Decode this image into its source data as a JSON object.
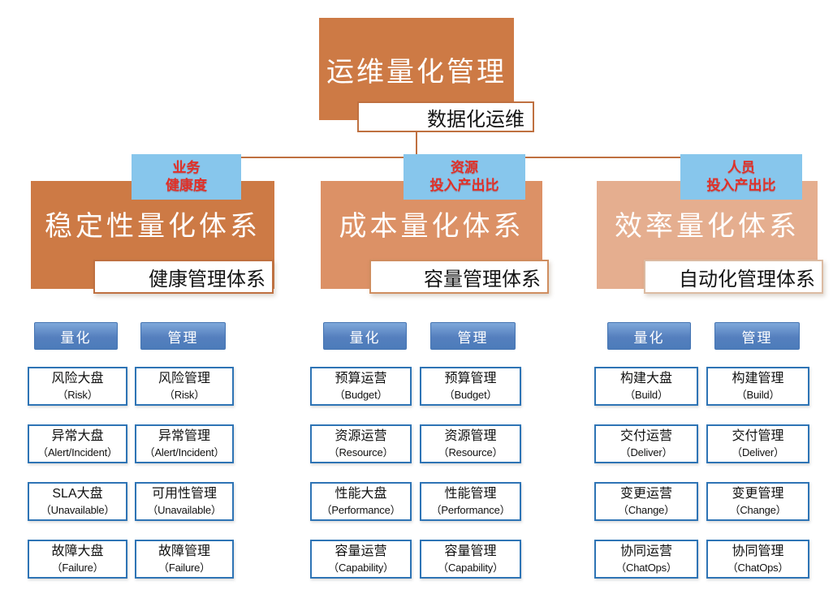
{
  "root": {
    "title": "运维量化管理",
    "subtitle": "数据化运维"
  },
  "columns": [
    {
      "branch_line1": "业务",
      "branch_line2": "健康度",
      "main_title": "稳定性量化体系",
      "sub_title": "健康管理体系",
      "quantify_label": "量化",
      "manage_label": "管理",
      "rows": [
        {
          "left_name": "风险大盘",
          "left_en": "（Risk）",
          "right_name": "风险管理",
          "right_en": "（Risk）"
        },
        {
          "left_name": "异常大盘",
          "left_en": "（Alert/Incident）",
          "right_name": "异常管理",
          "right_en": "（Alert/Incident）"
        },
        {
          "left_name": "SLA大盘",
          "left_en": "（Unavailable）",
          "right_name": "可用性管理",
          "right_en": "（Unavailable）"
        },
        {
          "left_name": "故障大盘",
          "left_en": "（Failure）",
          "right_name": "故障管理",
          "right_en": "（Failure）"
        }
      ]
    },
    {
      "branch_line1": "资源",
      "branch_line2": "投入产出比",
      "main_title": "成本量化体系",
      "sub_title": "容量管理体系",
      "quantify_label": "量化",
      "manage_label": "管理",
      "rows": [
        {
          "left_name": "预算运营",
          "left_en": "（Budget）",
          "right_name": "预算管理",
          "right_en": "（Budget）"
        },
        {
          "left_name": "资源运营",
          "left_en": "（Resource）",
          "right_name": "资源管理",
          "right_en": "（Resource）"
        },
        {
          "left_name": "性能大盘",
          "left_en": "（Performance）",
          "right_name": "性能管理",
          "right_en": "（Performance）"
        },
        {
          "left_name": "容量运营",
          "left_en": "（Capability）",
          "right_name": "容量管理",
          "right_en": "（Capability）"
        }
      ]
    },
    {
      "branch_line1": "人员",
      "branch_line2": "投入产出比",
      "main_title": "效率量化体系",
      "sub_title": "自动化管理体系",
      "quantify_label": "量化",
      "manage_label": "管理",
      "rows": [
        {
          "left_name": "构建大盘",
          "left_en": "（Build）",
          "right_name": "构建管理",
          "right_en": "（Build）"
        },
        {
          "left_name": "交付运营",
          "left_en": "（Deliver）",
          "right_name": "交付管理",
          "right_en": "（Deliver）"
        },
        {
          "left_name": "变更运营",
          "left_en": "（Change）",
          "right_name": "变更管理",
          "right_en": "（Change）"
        },
        {
          "left_name": "协同运营",
          "left_en": "（ChatOps）",
          "right_name": "协同管理",
          "right_en": "（ChatOps）"
        }
      ]
    }
  ],
  "colors": {
    "orange_dark": "#cd7a45",
    "orange_mid": "#dc9166",
    "orange_light": "#e5ae8f",
    "connector": "#bf7040",
    "branch_bg": "#87c6ec",
    "branch_text": "#e03028",
    "pill_blue": "#4c7cba",
    "cell_border": "#2e74b5"
  }
}
